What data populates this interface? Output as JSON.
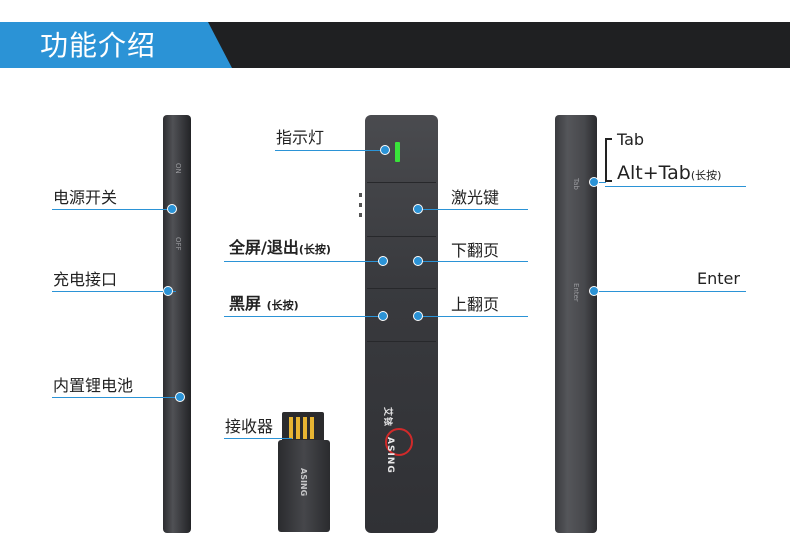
{
  "header": {
    "title": "功能介绍"
  },
  "device": {
    "side_on": "ON",
    "side_off": "OFF",
    "side_tab": "Tab",
    "side_enter": "Enter",
    "brand_cn": "艾铱",
    "brand_en": "ASING",
    "usb_brand": "ASING"
  },
  "callouts": {
    "power_switch": "电源开关",
    "charge_port": "充电接口",
    "battery": "内置锂电池",
    "receiver": "接收器",
    "indicator": "指示灯",
    "fullscreen": "全屏/退出",
    "fullscreen_note": "(长按)",
    "blackscreen": "黑屏",
    "blackscreen_note": "(长按)",
    "laser": "激光键",
    "page_down": "下翻页",
    "page_up": "上翻页",
    "tab": "Tab",
    "alt_tab": "Alt+Tab",
    "alt_tab_note": "(长按)",
    "enter": "Enter"
  },
  "colors": {
    "accent": "#2b93d6",
    "banner_dark": "#1f2022",
    "led": "#39e33a"
  }
}
